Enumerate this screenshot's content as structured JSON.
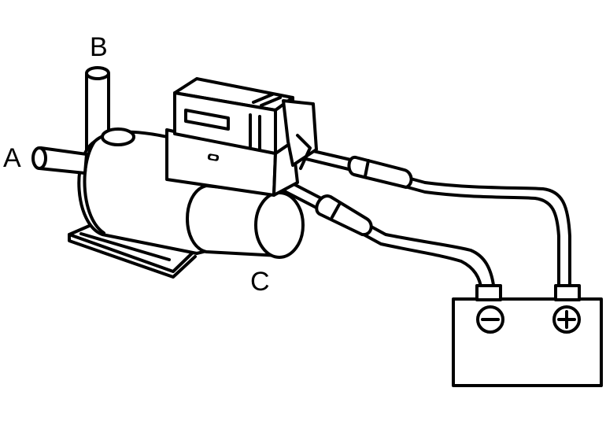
{
  "labels": {
    "port_a": "A",
    "port_b": "B",
    "solenoid_c": "C"
  },
  "battery": {
    "negative": "−",
    "positive": "+"
  }
}
